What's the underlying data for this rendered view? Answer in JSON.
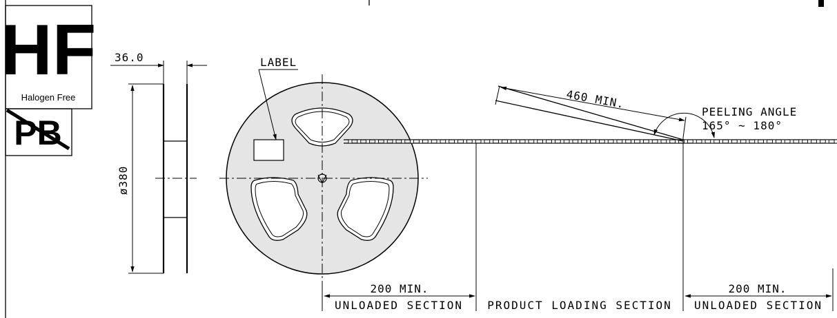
{
  "badges": {
    "hf_title": "HF",
    "hf_caption": "Halogen Free",
    "pb_symbol": "PB"
  },
  "side_view": {
    "width_dim": "36.0",
    "diameter_dim": "ø380"
  },
  "reel": {
    "label_text": "LABEL"
  },
  "peeling": {
    "length_dim": "460 MIN.",
    "angle_title": "PEELING ANGLE",
    "angle_range": "165° ~ 180°"
  },
  "sections": {
    "left_dim": "200 MIN.",
    "right_dim": "200 MIN.",
    "left_label": "UNLOADED SECTION",
    "middle_label": "PRODUCT LOADING SECTION",
    "right_label": "UNLOADED SECTION"
  },
  "colors": {
    "ink": "#000000",
    "reel_fill": "#e5e5e5",
    "background": "#ffffff"
  }
}
